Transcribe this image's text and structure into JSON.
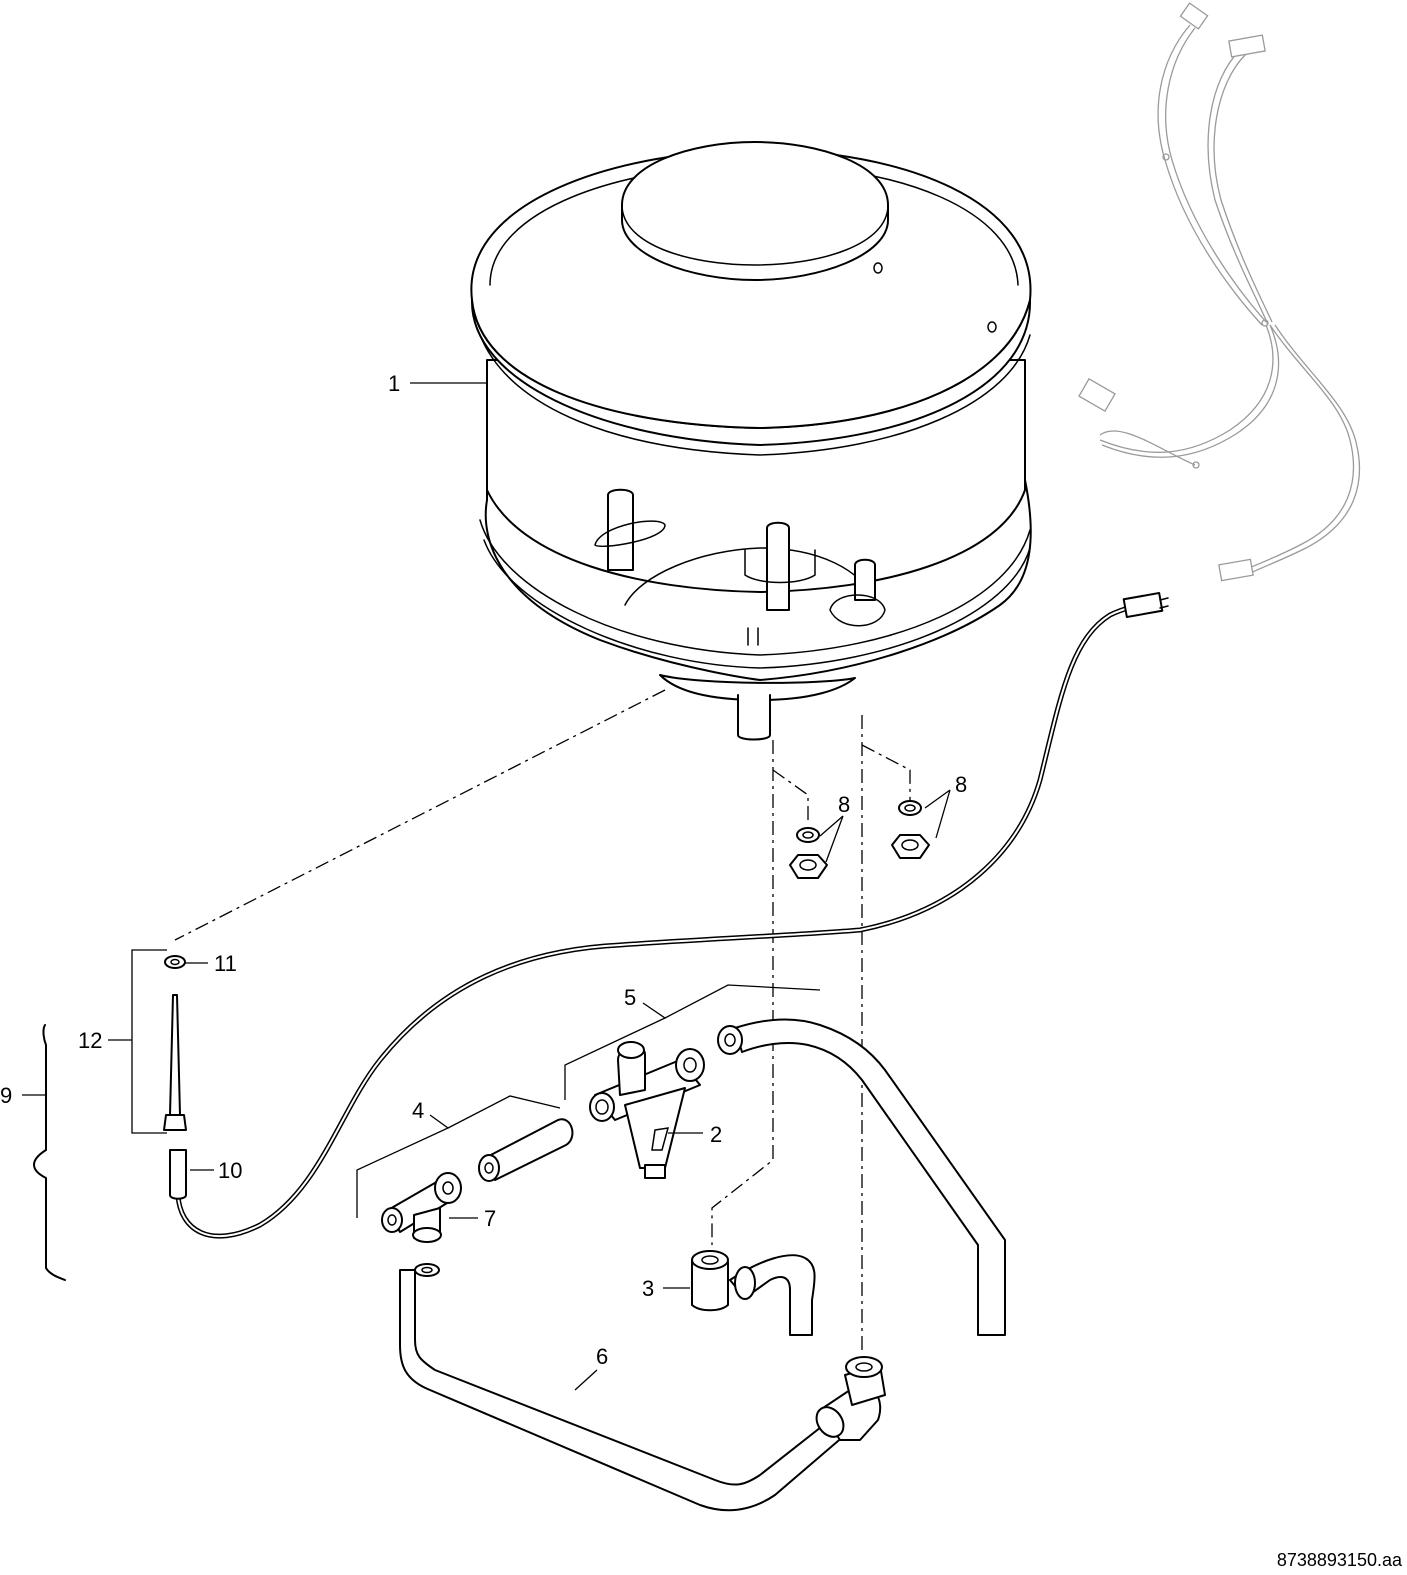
{
  "callouts": [
    "1",
    "2",
    "3",
    "4",
    "5",
    "6",
    "7",
    "8",
    "8",
    "9",
    "10",
    "11",
    "12"
  ],
  "reference_code": "8738893150.aa",
  "colors": {
    "line": "#000000",
    "wiring_harness": "#9a9a9a",
    "background": "#ffffff"
  }
}
